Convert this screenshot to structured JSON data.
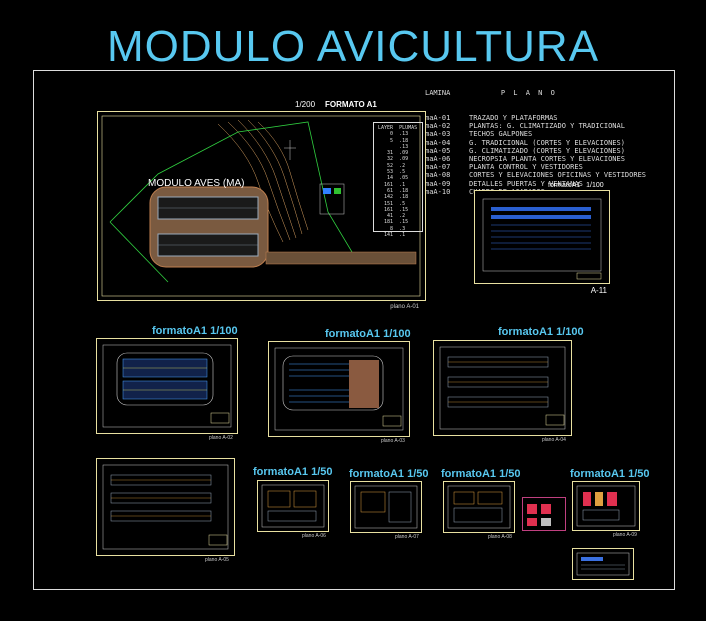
{
  "title": "MODULO AVICULTURA",
  "legend": {
    "header_lamina": "LAMINA",
    "header_plano": "P L A N O",
    "rows": [
      {
        "code": "maA-01",
        "desc": "TRAZADO Y PLATAFORMAS"
      },
      {
        "code": "maA-02",
        "desc": "PLANTAS: G. CLIMATIZADO Y TRADICIONAL"
      },
      {
        "code": "maA-03",
        "desc": "TECHOS GALPONES"
      },
      {
        "code": "maA-04",
        "desc": "G. TRADICIONAL (CORTES Y ELEVACIONES)"
      },
      {
        "code": "maA-05",
        "desc": "G. CLIMATIZADO (CORTES Y ELEVACIONES)"
      },
      {
        "code": "maA-06",
        "desc": "NECROPSIA PLANTA CORTES Y ELEVACIONES"
      },
      {
        "code": "maA-07",
        "desc": "PLANTA CONTROL Y VESTIDORES"
      },
      {
        "code": "maA-08",
        "desc": "CORTES Y ELEVACIONES OFICINAS Y VESTIDORES"
      },
      {
        "code": "maA-09",
        "desc": "DETALLES PUERTAS Y VENTANAS"
      },
      {
        "code": "maA-10",
        "desc": "CUADRO DE ACABADOS"
      }
    ]
  },
  "layer_table": {
    "headers": [
      "LAYER",
      "PLUMAS"
    ],
    "rows": [
      [
        "0",
        ".13"
      ],
      [
        "5",
        ".18"
      ],
      [
        "",
        ".13"
      ],
      [
        "31",
        ".09"
      ],
      [
        "32",
        ".09"
      ],
      [
        "52",
        ".2"
      ],
      [
        "53",
        ".5"
      ],
      [
        "14",
        ".05"
      ],
      [
        "161",
        ".1"
      ],
      [
        "61",
        ".18"
      ],
      [
        "142",
        ".18"
      ],
      [
        "151",
        ".5"
      ],
      [
        "161",
        ".15"
      ],
      [
        "41",
        ".2"
      ],
      [
        "181",
        ".15"
      ],
      [
        "8",
        ".3"
      ],
      [
        "141",
        ".1"
      ]
    ]
  },
  "main_sheet": {
    "scale": "1/200",
    "format": "FORMATO A1",
    "module_label": "MODULO AVES (MA)",
    "plano": "plano A-01"
  },
  "a11_sheet": {
    "format": "formatoA1",
    "scale": "1/100",
    "code": "A-11"
  },
  "row2": [
    {
      "format": "formatoA1",
      "scale": "1/100",
      "plano": "plano A-02"
    },
    {
      "format": "formatoA1",
      "scale": "1/100",
      "plano": "plano A-03"
    },
    {
      "format": "formatoA1",
      "scale": "1/100",
      "plano": "plano A-04"
    }
  ],
  "row3": [
    {
      "plano": "plano A-05"
    },
    {
      "format": "formatoA1",
      "scale": "1/50",
      "plano": "plano A-06"
    },
    {
      "format": "formatoA1",
      "scale": "1/50",
      "plano": "plano A-07"
    },
    {
      "format": "formatoA1",
      "scale": "1/50",
      "plano": "plano A-08"
    },
    {
      "format": "formatoA1",
      "scale": "1/50",
      "plano": "plano A-09"
    }
  ],
  "colors": {
    "title": "#58c8f0",
    "sheet_border": "#e8e0a0",
    "frame": "#dddddd"
  }
}
